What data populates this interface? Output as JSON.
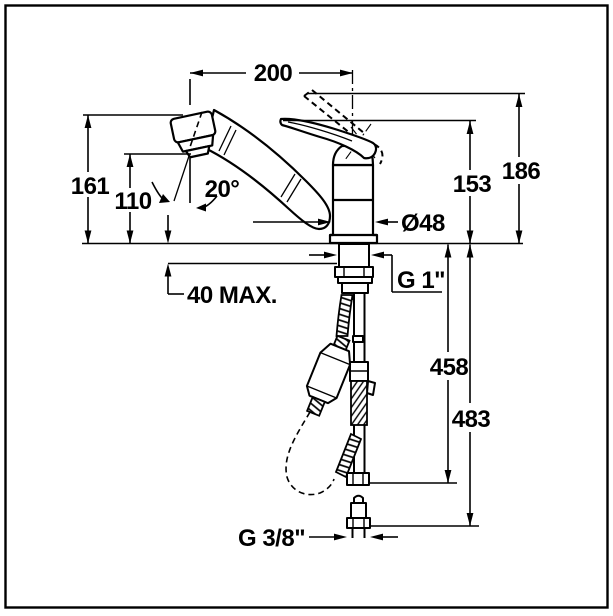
{
  "drawing": {
    "title": "Pull-out kitchen faucet installation dimensions",
    "dimensions": {
      "spout_reach": "200",
      "spray_head_height": "161",
      "outlet_height": "110",
      "lever_height": "153",
      "lever_raised_height": "186",
      "spray_angle": "20°",
      "body_diameter": "Ø48",
      "shank_thread": "G 1\"",
      "counter_max_thickness": "40 MAX.",
      "hose_drop": "458",
      "supply_drop": "483",
      "supply_thread": "G 3/8\""
    },
    "colors": {
      "line": "#000000",
      "background": "#ffffff"
    }
  }
}
